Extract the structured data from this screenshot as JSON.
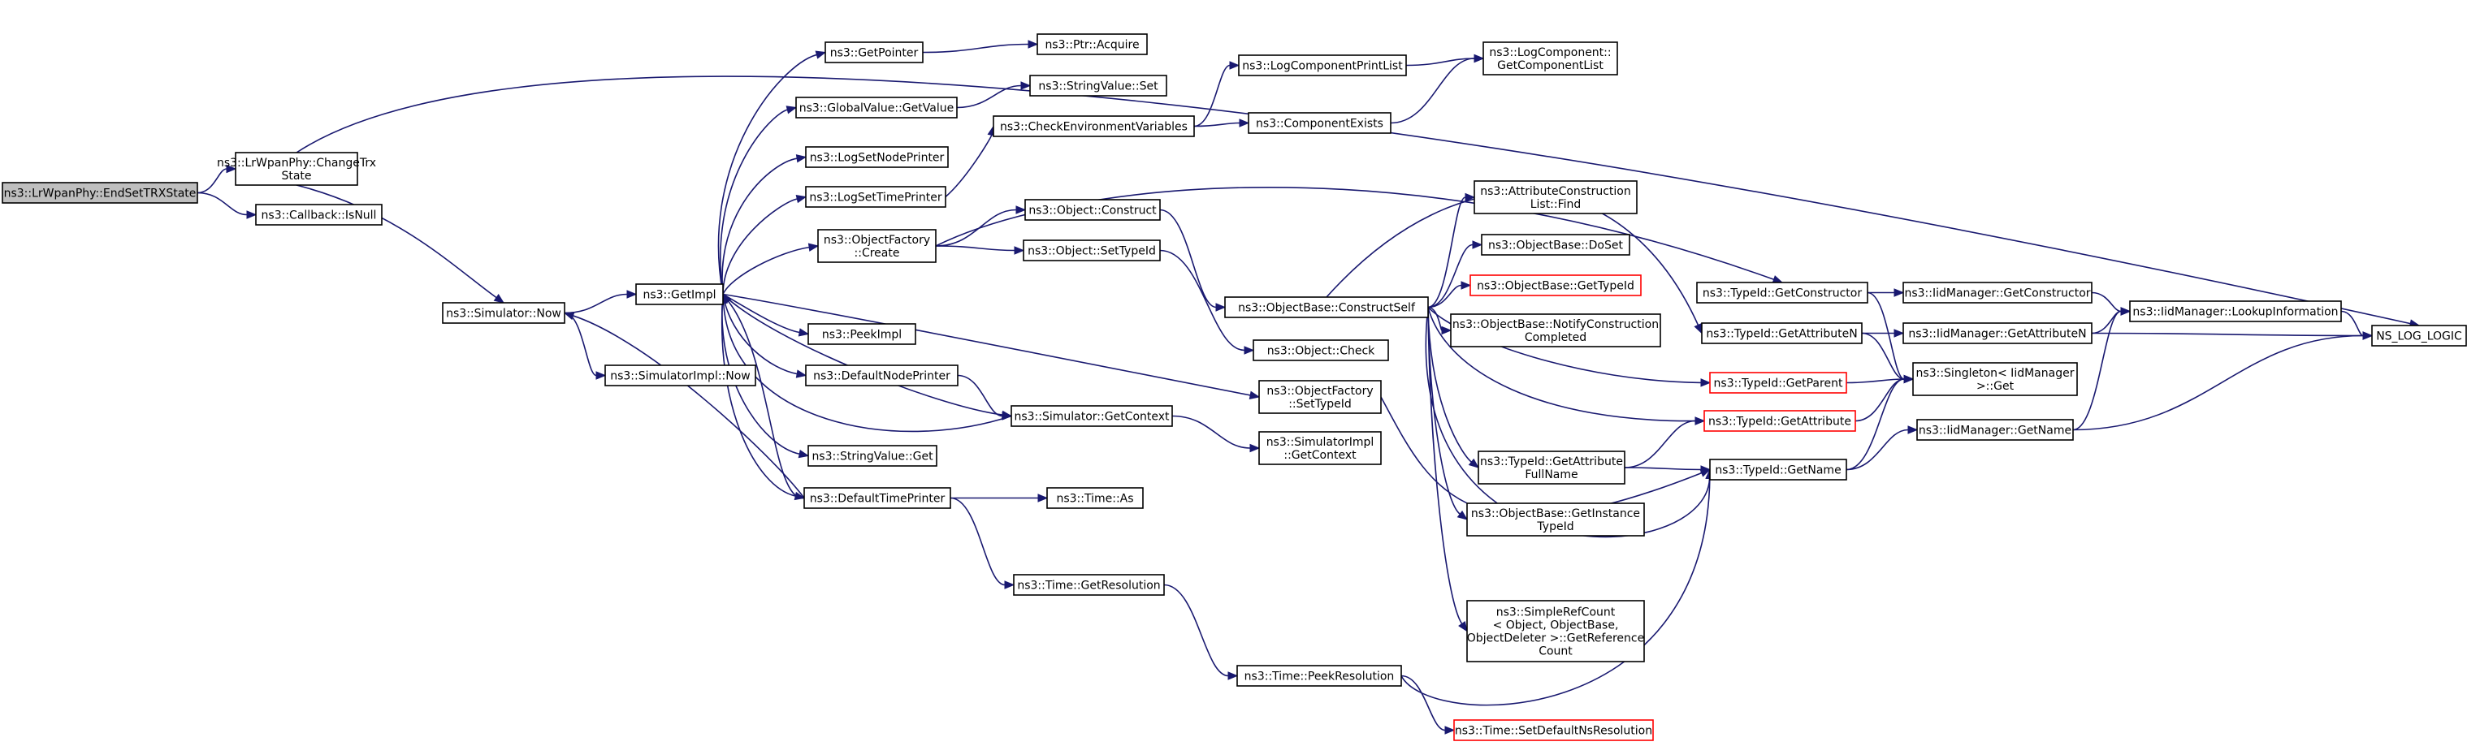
{
  "colors": {
    "edge": "#191970",
    "node_border": "#000000",
    "root_fill": "#bfbfbf",
    "truncated_border": "#ff0000"
  },
  "nodes": {
    "root": [
      "ns3::LrWpanPhy::EndSetTRXState"
    ],
    "changetrx": [
      "ns3::LrWpanPhy::ChangeTrx",
      "State"
    ],
    "isnull": [
      "ns3::Callback::IsNull"
    ],
    "simnow": [
      "ns3::Simulator::Now"
    ],
    "simimplnow": [
      "ns3::SimulatorImpl::Now"
    ],
    "getimpl": [
      "ns3::GetImpl"
    ],
    "getpointer": [
      "ns3::GetPointer"
    ],
    "globalget": [
      "ns3::GlobalValue::GetValue"
    ],
    "lognode": [
      "ns3::LogSetNodePrinter"
    ],
    "logtime": [
      "ns3::LogSetTimePrinter"
    ],
    "ofcreate": [
      "ns3::ObjectFactory",
      "::Create"
    ],
    "peekimpl": [
      "ns3::PeekImpl"
    ],
    "defnode": [
      "ns3::DefaultNodePrinter"
    ],
    "strget": [
      "ns3::StringValue::Get"
    ],
    "deftime": [
      "ns3::DefaultTimePrinter"
    ],
    "ptracquire": [
      "ns3::Ptr::Acquire"
    ],
    "strset": [
      "ns3::StringValue::Set"
    ],
    "checkenv": [
      "ns3::CheckEnvironmentVariables"
    ],
    "objconstruct": [
      "ns3::Object::Construct"
    ],
    "objsettid": [
      "ns3::Object::SetTypeId"
    ],
    "simgetctx": [
      "ns3::Simulator::GetContext"
    ],
    "timeas": [
      "ns3::Time::As"
    ],
    "timegetres": [
      "ns3::Time::GetResolution"
    ],
    "logcomplist": [
      "ns3::LogComponentPrintList"
    ],
    "compexists": [
      "ns3::ComponentExists"
    ],
    "logcompget": [
      "ns3::LogComponent::",
      "GetComponentList"
    ],
    "constructself": [
      "ns3::ObjectBase::ConstructSelf"
    ],
    "objcheck": [
      "ns3::Object::Check"
    ],
    "ofsettid": [
      "ns3::ObjectFactory",
      "::SetTypeId"
    ],
    "simimplctx": [
      "ns3::SimulatorImpl",
      "::GetContext"
    ],
    "timepeekres": [
      "ns3::Time::PeekResolution"
    ],
    "timesetdef": [
      "ns3::Time::SetDefaultNsResolution"
    ],
    "attrfind": [
      "ns3::AttributeConstruction",
      "List::Find"
    ],
    "doset": [
      "ns3::ObjectBase::DoSet"
    ],
    "obgettid": [
      "ns3::ObjectBase::GetTypeId"
    ],
    "notifycc": [
      "ns3::ObjectBase::NotifyConstruction",
      "Completed"
    ],
    "tidparent": [
      "ns3::TypeId::GetParent"
    ],
    "tidgetattr": [
      "ns3::TypeId::GetAttribute"
    ],
    "tidattrfull": [
      "ns3::TypeId::GetAttribute",
      "FullName"
    ],
    "getinsttid": [
      "ns3::ObjectBase::GetInstance",
      "TypeId"
    ],
    "simplerefcount": [
      "ns3::SimpleRefCount",
      "< Object, ObjectBase,",
      "ObjectDeleter >::GetReference",
      "Count"
    ],
    "tidgetctor": [
      "ns3::TypeId::GetConstructor"
    ],
    "tidgetattrn": [
      "ns3::TypeId::GetAttributeN"
    ],
    "tidgetname": [
      "ns3::TypeId::GetName"
    ],
    "singletonget": [
      "ns3::Singleton< IidManager",
      ">::Get"
    ],
    "iidgetctor": [
      "ns3::IidManager::GetConstructor"
    ],
    "iidgetattrn": [
      "ns3::IidManager::GetAttributeN"
    ],
    "iidgetname": [
      "ns3::IidManager::GetName"
    ],
    "iidlookup": [
      "ns3::IidManager::LookupInformation"
    ],
    "nslog": [
      "NS_LOG_LOGIC"
    ]
  }
}
